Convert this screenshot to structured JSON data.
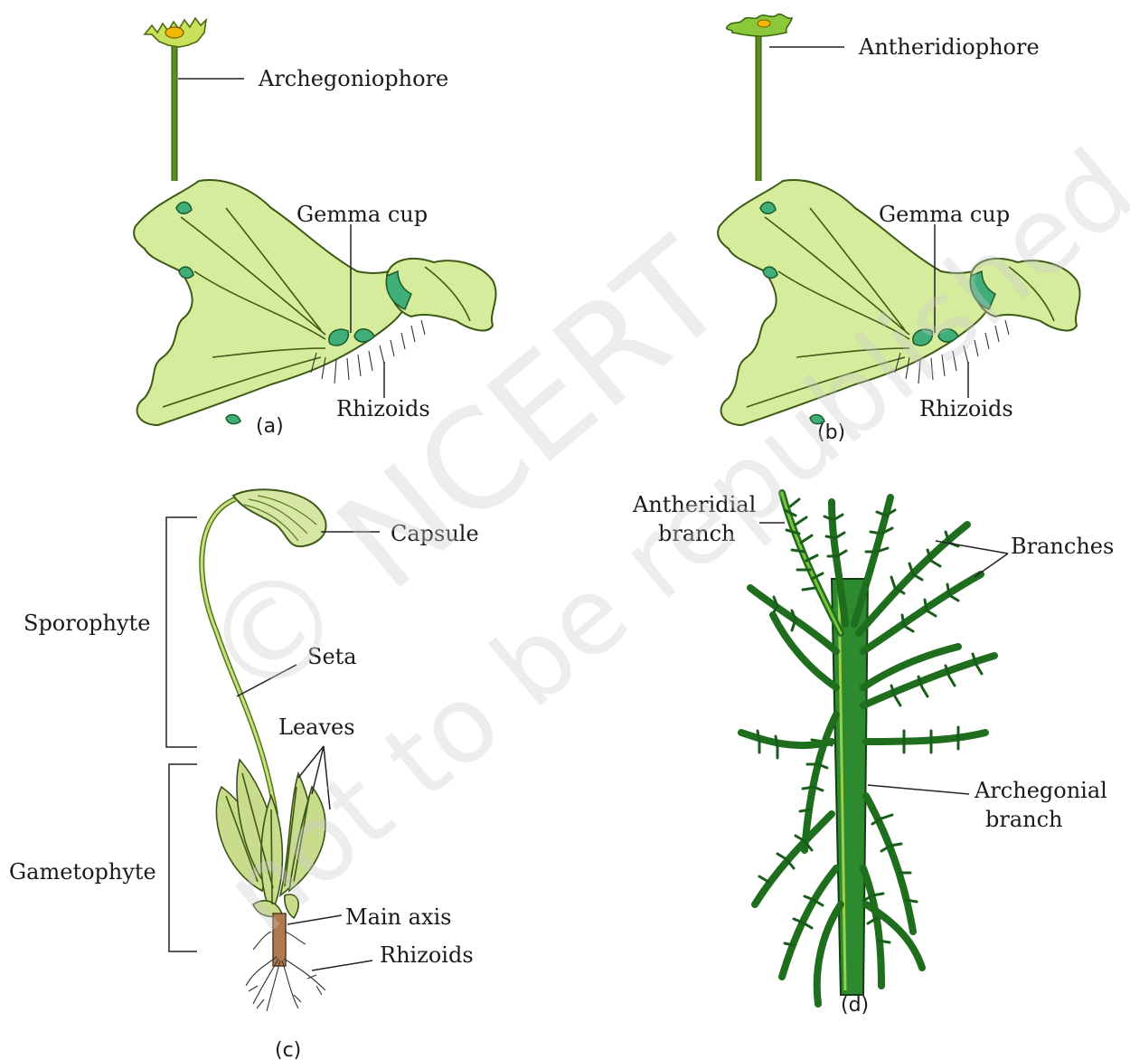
{
  "watermark": {
    "line1": "© NCERT",
    "line2": "not to be republished"
  },
  "panel_a": {
    "caption": "(a)",
    "labels": {
      "archegoniophore": "Archegoniophore",
      "gemma_cup": "Gemma cup",
      "rhizoids": "Rhizoids"
    }
  },
  "panel_b": {
    "caption": "(b)",
    "labels": {
      "antheridiophore": "Antheridiophore",
      "gemma_cup": "Gemma cup",
      "rhizoids": "Rhizoids"
    }
  },
  "panel_c": {
    "caption": "(c)",
    "labels": {
      "capsule": "Capsule",
      "sporophyte": "Sporophyte",
      "seta": "Seta",
      "leaves": "Leaves",
      "gametophyte": "Gametophyte",
      "main_axis": "Main axis",
      "rhizoids": "Rhizoids"
    }
  },
  "panel_d": {
    "caption": "(d)",
    "labels": {
      "antheridial_line1": "Antheridial",
      "antheridial_line2": "branch",
      "branches": "Branches",
      "archegonial_line1": "Archegonial",
      "archegonial_line2": "branch"
    }
  }
}
